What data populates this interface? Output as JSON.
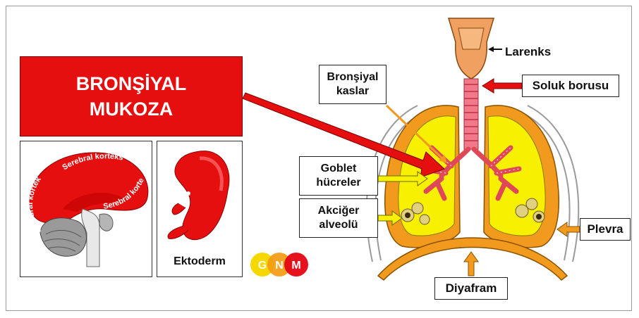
{
  "title": {
    "line1": "BRONŞİYAL",
    "line2": "MUKOZA"
  },
  "brain_panel": {
    "cortex_label": "Serebral korteks"
  },
  "embryo_panel": {
    "label": "Ektoderm"
  },
  "logo": {
    "letters": [
      "G",
      "N",
      "M"
    ],
    "colors": [
      "#f5d800",
      "#f39c12",
      "#e30613"
    ]
  },
  "labels": {
    "larynx": "Larenks",
    "trachea": "Soluk borusu",
    "bronchial_muscles": {
      "line1": "Bronşiyal",
      "line2": "kaslar"
    },
    "goblet_cells": {
      "line1": "Goblet",
      "line2": "hücreler"
    },
    "alveoli": {
      "line1": "Akciğer",
      "line2": "alveolü"
    },
    "pleura": "Plevra",
    "diaphragm": "Diyafram"
  },
  "colors": {
    "accent_red": "#e60f10",
    "lung_yellow": "#f7f000",
    "lung_orange": "#f29a1e"
  }
}
